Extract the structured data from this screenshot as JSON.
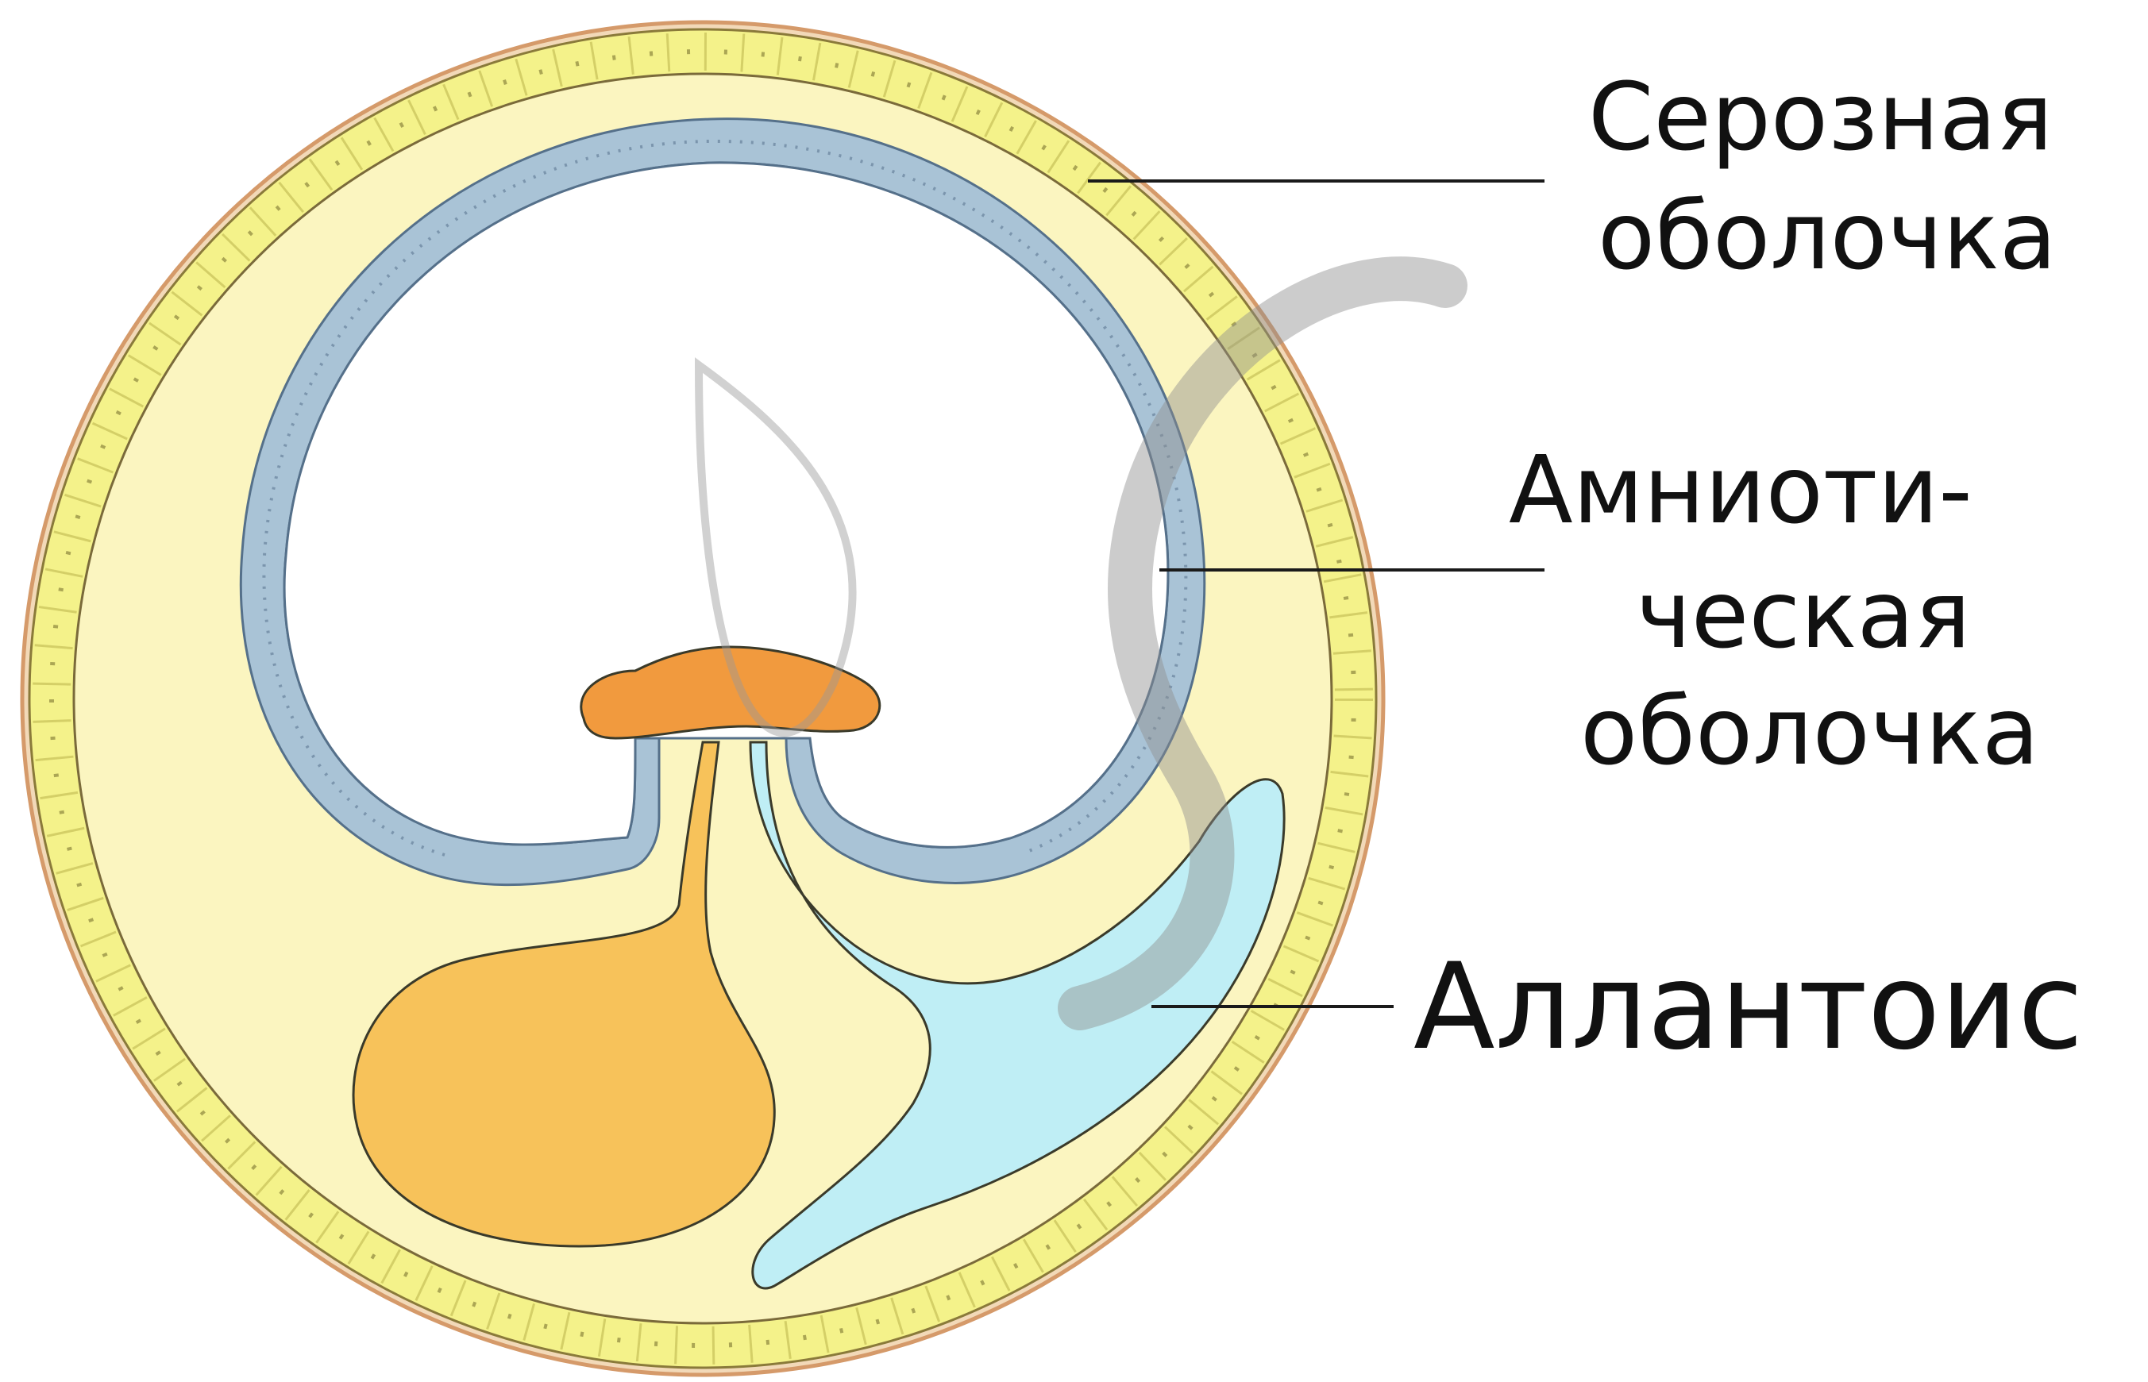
{
  "labels": {
    "serous_line1": "Серозная",
    "serous_line2": "оболочка",
    "amniotic_line1": "Амниоти-",
    "amniotic_line2": "ческая",
    "amniotic_line3": "оболочка",
    "allantois": "Аллантоис"
  },
  "colors": {
    "serosa_band": "#f4f28a",
    "inner_fluid": "#fbf5c0",
    "amnion_cavity": "#ffffff",
    "amnion_wall": "#a9c3d6",
    "embryo": "#f19a3e",
    "yolk_sac": "#f7c25a",
    "allantois": "#bfeef5",
    "outline": "#3a3a2a",
    "outer_rim": "#d9a070",
    "leader_line": "#1a1a1a",
    "watermark": "#9a9a9a"
  }
}
